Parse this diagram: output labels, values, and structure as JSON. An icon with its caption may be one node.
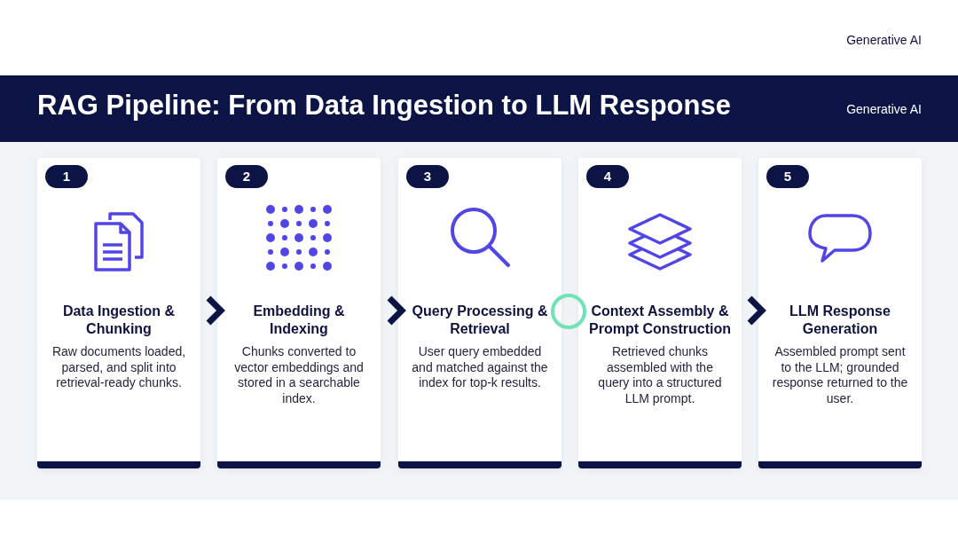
{
  "diagram": {
    "title": "RAG Pipeline: From Data Ingestion to LLM Response",
    "nodes": [
      {
        "text": [
          "Data Ingestion & Chunking",
          "Raw documents loaded, parsed, and split into retrieval-ready chunks."
        ]
      },
      {
        "text": [
          "1"
        ],
        "in": 0
      },
      {
        "text": [
          "Embedding & Indexing",
          "Chunks converted to vector embeddings and stored in a searchable index."
        ]
      },
      {
        "text": [
          "2"
        ],
        "in": 2
      },
      {
        "text": [
          "Query Processing & Retrieval",
          "User query embedded and matched against the index for top-k results."
        ]
      },
      {
        "text": [
          "3"
        ],
        "in": 4
      },
      {
        "text": [
          "Context Assembly & Prompt Construction",
          "Retrieved chunks assembled with the query into a structured LLM prompt."
        ]
      },
      {
        "text": [
          "4"
        ],
        "in": 6
      },
      {
        "text": [
          "LLM Response Generation",
          "Assembled prompt sent to the LLM; grounded response returned to the user."
        ]
      },
      {
        "text": [
          "5"
        ],
        "in": 8
      },
      {
        "text": [],
        "shape": "circle"
      }
    ],
    "edges": [
      {
        "from": 0,
        "to": 2,
        "arrow": "to"
      },
      {
        "from": 2,
        "to": 4,
        "arrow": "to"
      },
      {
        "from": 6,
        "to": 8,
        "arrow": "to"
      }
    ],
    "labels": [
      "Generative AI",
      "Generative AI"
    ]
  }
}
